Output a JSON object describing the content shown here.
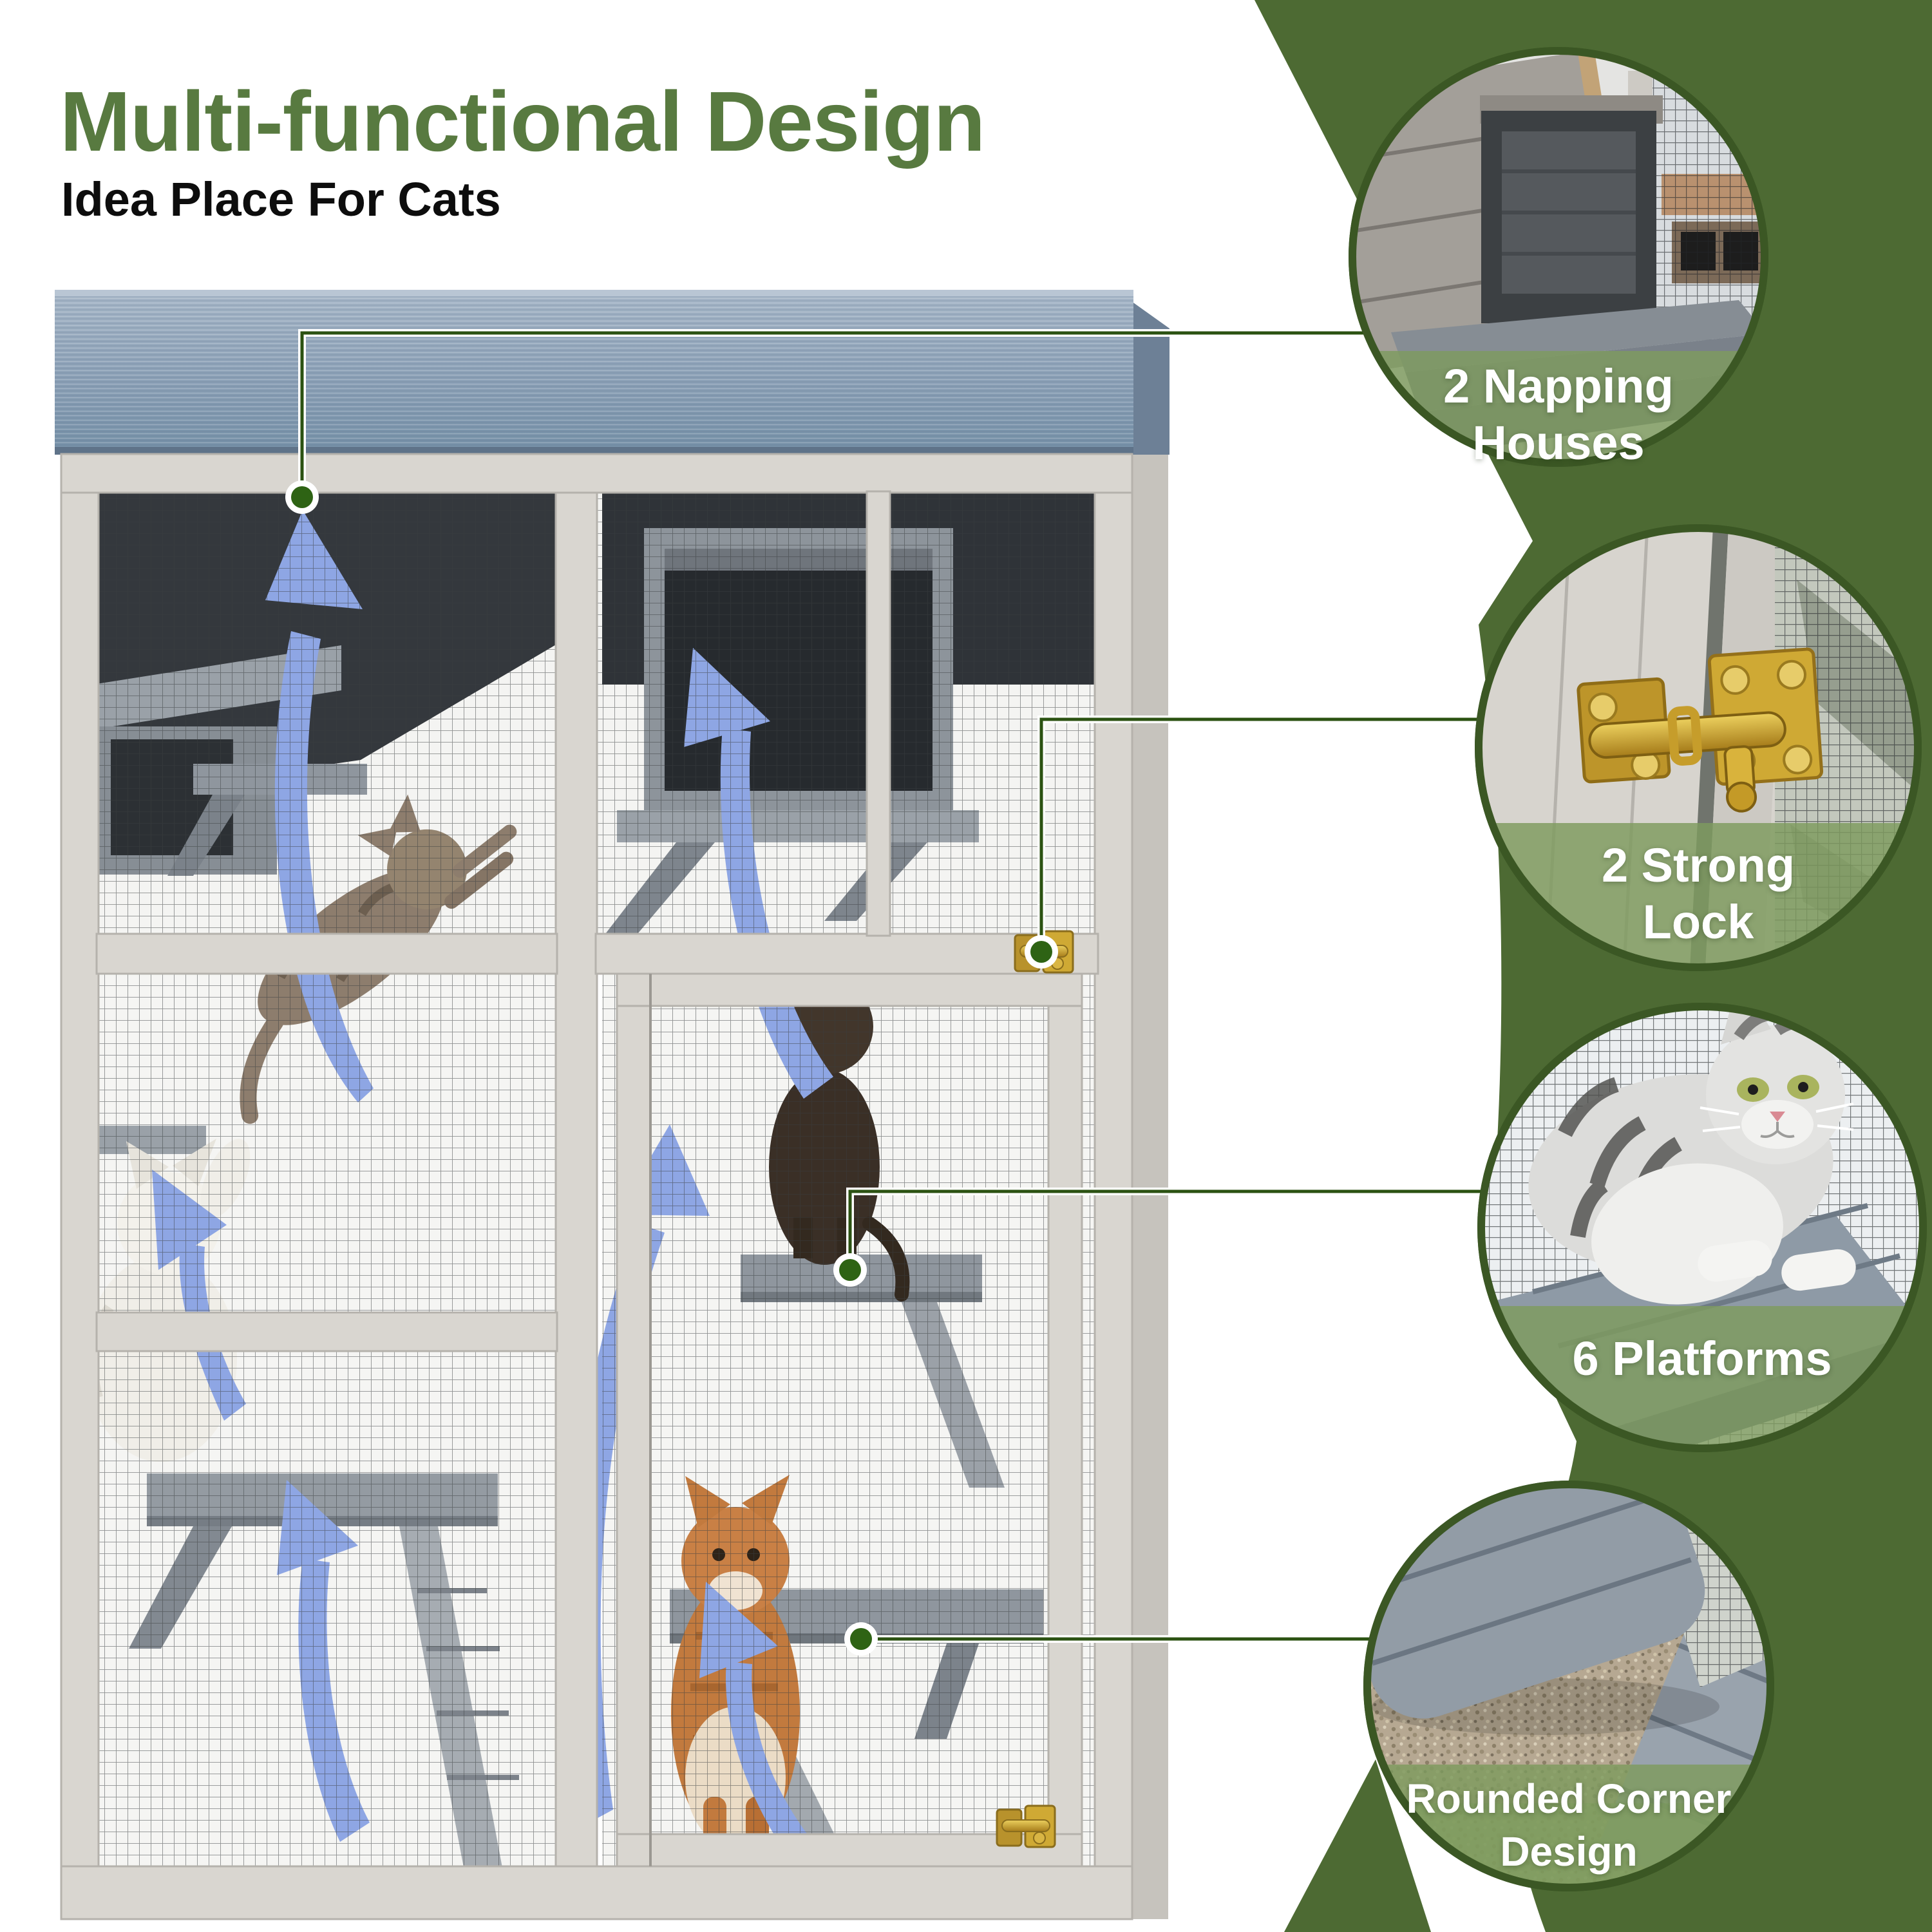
{
  "header": {
    "title": "Multi-functional Design",
    "subtitle": "Idea Place For Cats"
  },
  "features": [
    {
      "id": "napping-houses",
      "label": "2 Napping Houses",
      "lines": [
        "2 Napping",
        "Houses"
      ]
    },
    {
      "id": "strong-lock",
      "label": "2 Strong Lock",
      "lines": [
        "2 Strong",
        "Lock"
      ]
    },
    {
      "id": "platforms",
      "label": "6 Platforms",
      "lines": [
        "6 Platforms",
        ""
      ]
    },
    {
      "id": "rounded-corner",
      "label": "Rounded Corner Design",
      "lines": [
        "Rounded Corner",
        "Design"
      ]
    }
  ],
  "colors": {
    "title_green": "#587a40",
    "background_green": "#4d6a33",
    "circle_rim_green": "#3b5724",
    "label_band_green": "#7e9b5e",
    "connector_green": "#2b5212",
    "arrow_blue": "#8ea6e4",
    "roof_blue_grey": "#8ba0b6",
    "frame_grey": "#d9d6d0",
    "latch_gold": "#cfa934",
    "subtitle_black": "#0d0d0d"
  }
}
